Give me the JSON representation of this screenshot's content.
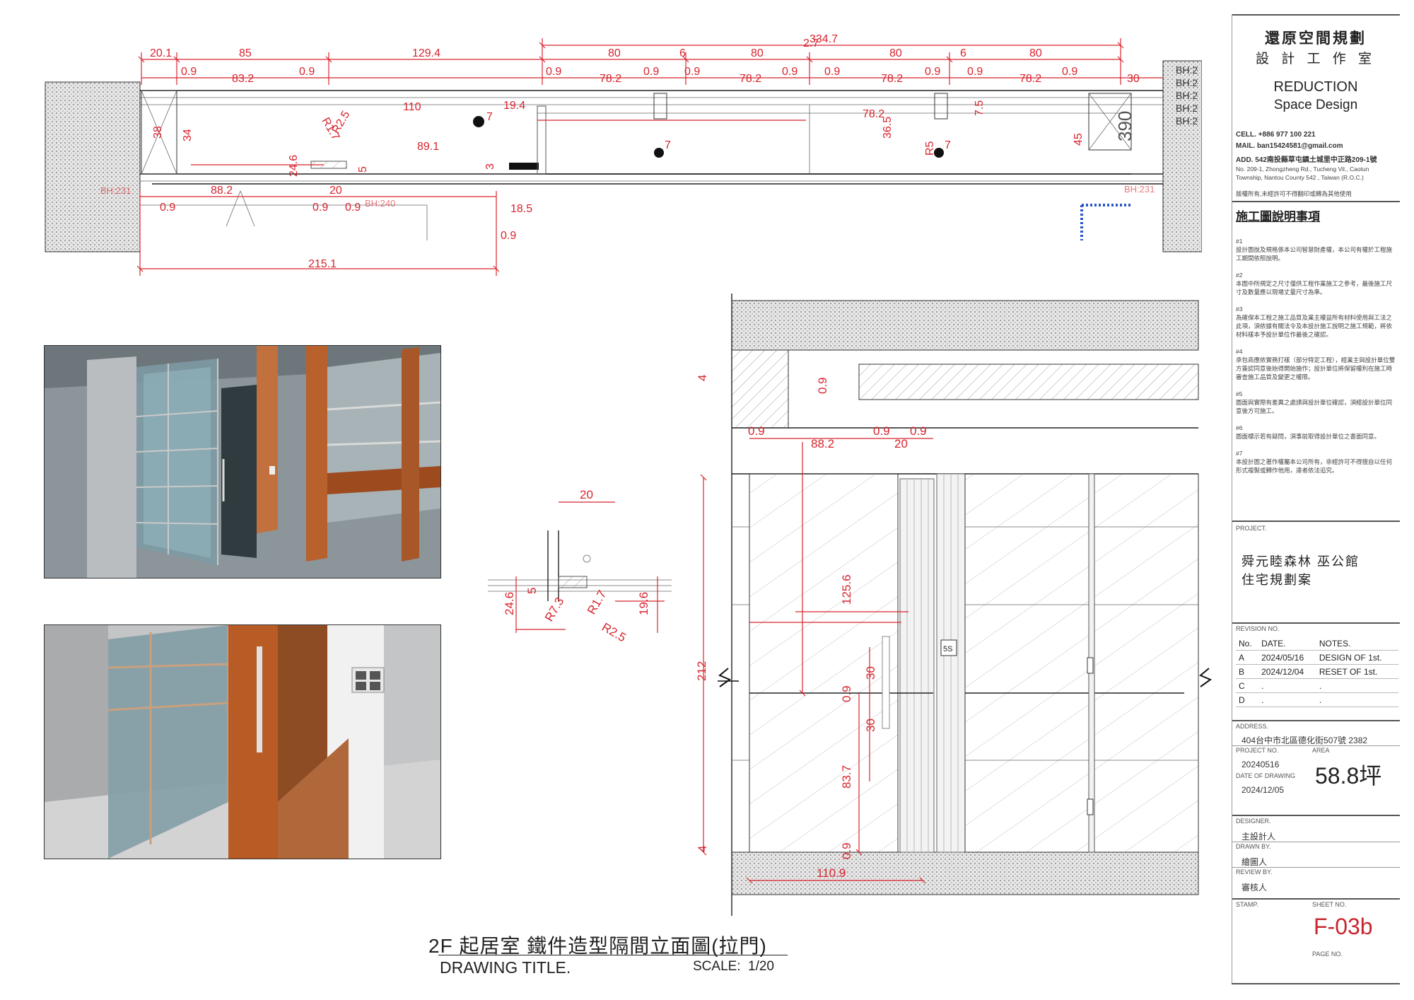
{
  "plan": {
    "top_dims": [
      "20.1",
      "85",
      "129.4",
      "334.7",
      "80",
      "6",
      "80",
      "2.7",
      "80",
      "6",
      "80"
    ],
    "sub_dims": [
      "0.9",
      "83.2",
      "0.9",
      "0.9",
      "78.2",
      "0.9",
      "0.9",
      "78.2",
      "0.9",
      "0.9",
      "78.2",
      "0.9",
      "0.9",
      "78.2",
      "0.9",
      "30"
    ],
    "inner_dims": [
      "110",
      "19.4",
      "89.1",
      "78.2",
      "36.5",
      "7.5",
      "45",
      "38",
      "34",
      "24.6",
      "R1.7",
      "R2.5",
      "R5",
      "5",
      "3",
      "7",
      "7",
      "7"
    ],
    "lower_dims": [
      "88.2",
      "20",
      "0.9",
      "0.9",
      "0.9",
      "18.5",
      "0.9",
      "215.1"
    ],
    "bh_labels": [
      "BH:231",
      "BH:240",
      "BH:231",
      "BH:2",
      "BH:2",
      "BH:2",
      "BH:2",
      "BH:2"
    ],
    "box_value": "390"
  },
  "detail": {
    "dims": [
      "20",
      "24.6",
      "5",
      "19.6",
      "R7.3",
      "R1.7",
      "R2.5"
    ]
  },
  "elevation": {
    "dims": [
      "4",
      "0.9",
      "0.9",
      "88.2",
      "0.9",
      "20",
      "0.9",
      "125.6",
      "212",
      "30",
      "0.9",
      "30",
      "83.7",
      "0.9",
      "4",
      "110.9"
    ],
    "switch_label": "5S"
  },
  "title_block": {
    "company_cn": "還原空間規劃",
    "company_cn2": "設 計 工 作 室",
    "company_en": "REDUCTION",
    "company_en2": "Space Design",
    "cell": "CELL. +886 977 100 221",
    "mail": "MAIL. ban15424581@gmail.com",
    "add": "ADD. 542南投縣草屯鎮土城里中正路209-1號",
    "add_en": "No. 209-1, Zhongzheng Rd., Tucheng Vil., Caotun Township, Nantou County 542 , Taiwan (R.O.C.)",
    "copyright": "版權所有,未經許可不得翻印或轉為其他使用",
    "notes_title": "施工圖說明事項",
    "notes": [
      {
        "no": "#1",
        "text": "設計圖說及規格係本公司智慧財產權，本公司有權於工程施工期間依照說明。"
      },
      {
        "no": "#2",
        "text": "本圖中所規定之尺寸僅供工程作業施工之參考，最後施工尺寸及數量應以現場丈量尺寸為準。"
      },
      {
        "no": "#3",
        "text": "為確保本工程之施工品質及業主權益所有材料使用與工法之此項，須依據有關法令及本設計施工說明之施工規範，將依材料樣本予設計單位作最後之確認。"
      },
      {
        "no": "#4",
        "text": "承包商應依實務打樣（部分特定工程），經業主與設計單位雙方簽認同意後始得開始施作；設計單位將保留權利在施工時審查施工品質及變更之權限。"
      },
      {
        "no": "#5",
        "text": "圖面與實際有差異之處請與設計單位確認，須經設計單位同意後方可施工。"
      },
      {
        "no": "#6",
        "text": "圖面標示若有疑問，須事前取得設計單位之書面同意。"
      },
      {
        "no": "#7",
        "text": "本設計圖之著作權屬本公司所有，非經許可不得擅自以任何形式複製或轉作他用，違者依法追究。"
      }
    ],
    "project_label": "PROJECT.",
    "project_name": "舜元睦森林 巫公館",
    "project_name2": "住宅規劃案",
    "revision_label": "REVISION NO.",
    "rev_headers": [
      "No.",
      "DATE.",
      "NOTES."
    ],
    "revisions": [
      [
        "A",
        "2024/05/16",
        "DESIGN OF 1st."
      ],
      [
        "B",
        "2024/12/04",
        "RESET OF 1st."
      ],
      [
        "C",
        ".",
        "."
      ],
      [
        "D",
        ".",
        "."
      ]
    ],
    "address_label": "ADDRESS.",
    "address": "404台中市北區德化街507號 2382",
    "project_no_label": "PROJECT NO.",
    "project_no": "20240516",
    "area_label": "AREA",
    "area": "58.8坪",
    "date_label": "DATE OF DRAWING",
    "date": "2024/12/05",
    "designer_label": "DESIGNER.",
    "designer": "主設計人",
    "drawn_label": "DRAWN BY.",
    "drawn": "繪圖人",
    "review_label": "REVIEW BY.",
    "review": "審核人",
    "stamp_label": "STAMP.",
    "sheet_label": "SHEET NO.",
    "sheet_no": "F-03b",
    "page_label": "PAGE NO."
  },
  "drawing_title": {
    "title": "2F 起居室 鐵件造型隔間立面圖(拉門)",
    "label": "DRAWING TITLE.",
    "scale_label": "SCALE:",
    "scale": "1/20"
  }
}
